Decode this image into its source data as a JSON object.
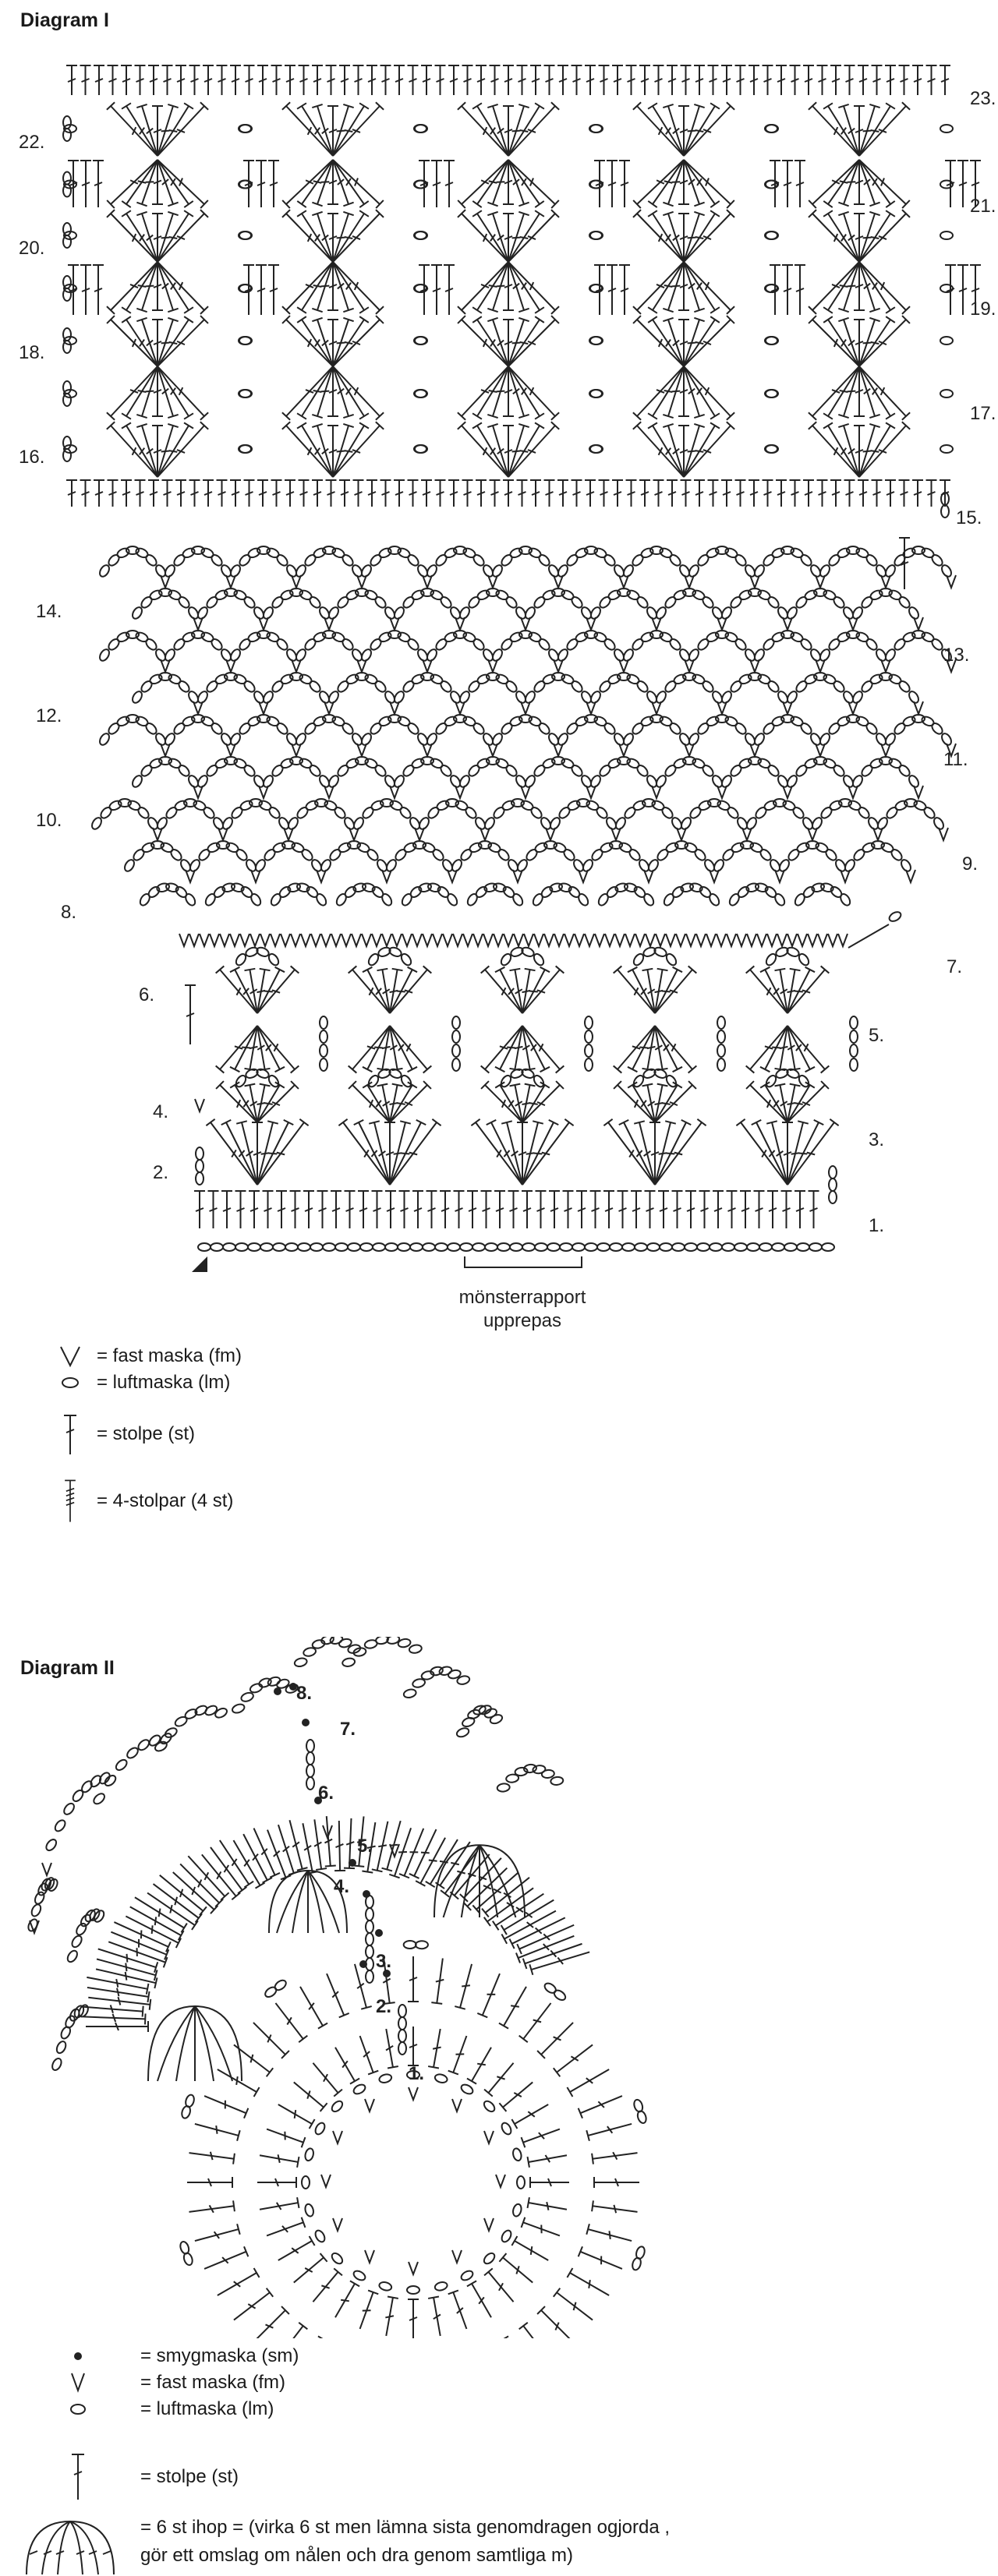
{
  "diagram1": {
    "title": "Diagram I",
    "rows_left": [
      "22.",
      "20.",
      "18.",
      "16.",
      "14.",
      "12.",
      "10.",
      "8.",
      "6.",
      "4.",
      "2."
    ],
    "rows_right": [
      "23.",
      "21.",
      "19.",
      "17.",
      "15.",
      "13.",
      "11.",
      "9.",
      "7.",
      "5.",
      "3.",
      "1."
    ],
    "repeat_label_line1": "mönsterrapport",
    "repeat_label_line2": "upprepas",
    "legend": [
      {
        "symbol": "fast-maska",
        "text": "= fast maska (fm)"
      },
      {
        "symbol": "luftmaska",
        "text": "= luftmaska (lm)"
      },
      {
        "symbol": "stolpe",
        "text": "= stolpe (st)"
      },
      {
        "symbol": "4-stolpar",
        "text": "= 4-stolpar (4 st)"
      }
    ]
  },
  "diagram2": {
    "title": "Diagram II",
    "rows": [
      "1.",
      "2.",
      "3.",
      "4.",
      "5.",
      "6.",
      "7.",
      "8."
    ],
    "legend": [
      {
        "symbol": "smygmaska",
        "text": "= smygmaska (sm)"
      },
      {
        "symbol": "fast-maska",
        "text": "= fast maska (fm)"
      },
      {
        "symbol": "luftmaska",
        "text": "= luftmaska (lm)"
      },
      {
        "symbol": "stolpe",
        "text": "= stolpe (st)"
      },
      {
        "symbol": "6-st-ihop",
        "text": "= 6 st ihop = (virka 6 st men lämna sista genomdragen ogjorda , gör ett omslag om nålen och dra genom samtliga m)"
      }
    ]
  }
}
